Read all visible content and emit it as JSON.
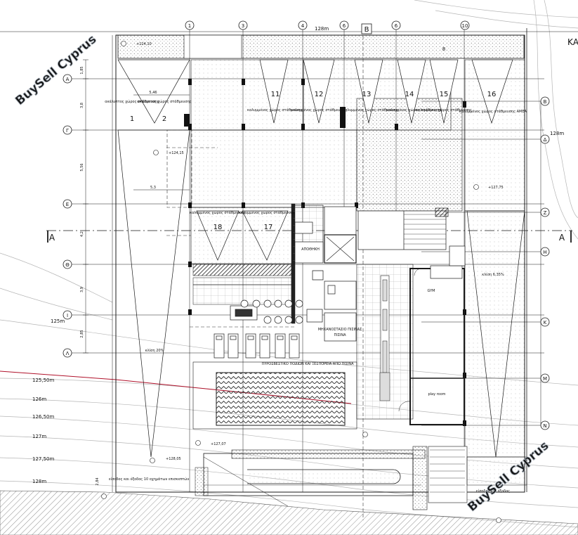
{
  "watermark": {
    "text": "BuySell Cyprus"
  },
  "street_label": "ΚΑ",
  "column_grid": [
    "1",
    "3",
    "4",
    "6",
    "B",
    "6",
    "8",
    "10"
  ],
  "row_grid_left": [
    "A",
    "Γ",
    "E",
    "Θ",
    "Ι",
    "Λ"
  ],
  "row_grid_right": [
    "B",
    "Δ",
    "Z",
    "H",
    "K",
    "M",
    "N"
  ],
  "section_marker": {
    "left": "A",
    "right": "A"
  },
  "parking_spaces": [
    {
      "number": "1",
      "label": "ακάλυπτος χώρος στάθμευσης"
    },
    {
      "number": "2",
      "label": "ακάλυπτος χώρος στάθμευσης"
    },
    {
      "number": "11",
      "label": "καλυμμένος χώρος στάθμευσης"
    },
    {
      "number": "12",
      "label": "καλυμμένος χώρος στάθμευσης"
    },
    {
      "number": "13",
      "label": "καλυμμένος χώρος στάθμευσης"
    },
    {
      "number": "14",
      "label": "καλυμμένος χώρος στάθμευσης"
    },
    {
      "number": "15",
      "label": "καλυμμένος χώρος στάθμευσης"
    },
    {
      "number": "16",
      "label": "καλυμμένος χώρος στάθμευσης ΑΜΕΑ"
    },
    {
      "number": "17",
      "label": "καλυμμένος χώρος στάθμευσης"
    },
    {
      "number": "18",
      "label": "καλυμμένος χώρος στάθμευσης"
    }
  ],
  "rooms": {
    "storage": "ΑΠΟΘΗΚΗ",
    "gym": "GYM",
    "play": "play room",
    "pool": "ΠΙΣΙΝΑ",
    "machine": "ΜΗΧΑΝΟΣΤΑΣΙΟ ΠΙΣΙΝΑΣ"
  },
  "elevations": {
    "e1": "+124,10",
    "e2": "+124,15",
    "e3": "+127,07",
    "e4": "+128,05",
    "e5": "+127,75"
  },
  "contours": [
    "125m",
    "125,50m",
    "126m",
    "126,50m",
    "127m",
    "127,50m",
    "128m"
  ],
  "road_right": "128m",
  "road_top": "128m",
  "dims": {
    "d1": "1,85",
    "d2": "3,8",
    "d3": "5,56",
    "d4": "4,2",
    "d5": "3,9",
    "d6": "2,85",
    "d7": "5,46",
    "d8": "5,3",
    "d9": "2,84"
  },
  "entrance_left": "είσοδος και έξοδος 10 οχημάτων επισκεπτών",
  "entrance_right": "είσοδος και έξοδος",
  "slope_right": "κλίση 6,35%",
  "slope_left": "κλίση 20%",
  "pool_note": "ΠΥΡΟΣΒΕΣΤΙΚΟ ΠΟΔΙΩΝ ΚΑΙ ΞΕΣΠΟΡΕΙΑ ΑΠΟ ΠΙΣΙΝΑ",
  "colors": {
    "line": "#1a1a1a",
    "hatch": "#c9c9c9",
    "red": "#b0112a",
    "stair": "#555555"
  }
}
